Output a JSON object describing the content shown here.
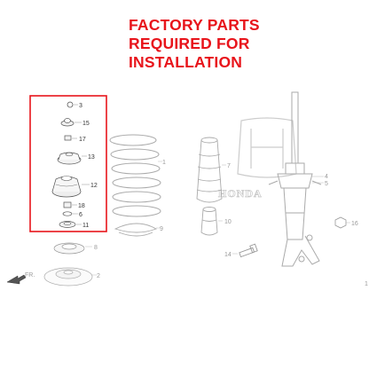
{
  "heading": {
    "lines": [
      "FACTORY PARTS",
      "REQUIRED FOR",
      "INSTALLATION"
    ],
    "color": "#e8141b"
  },
  "highlight_color": "#e8141b",
  "watermark": "HONDA",
  "direction_marker": "FR.",
  "parts": {
    "p3": "3",
    "p15": "15",
    "p17": "17",
    "p13": "13",
    "p12": "12",
    "p18": "18",
    "p6": "6",
    "p11": "11",
    "p1": "1",
    "p9": "9",
    "p8": "8",
    "p2": "2",
    "p7": "7",
    "p10": "10",
    "p4": "4",
    "p5": "5",
    "p16": "16",
    "p14": "14"
  },
  "corner_mark": "1"
}
